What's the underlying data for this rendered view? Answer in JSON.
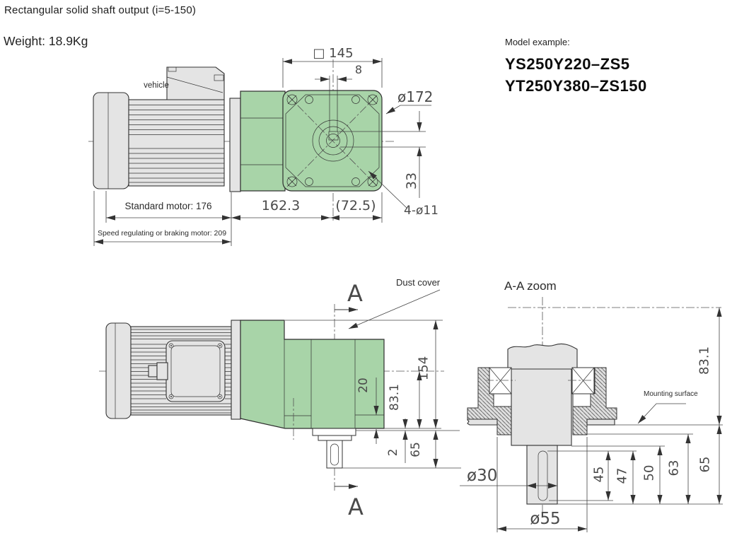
{
  "header": {
    "title": "Rectangular solid shaft output (i=5-150)",
    "weight": "Weight: 18.9Kg"
  },
  "model_example": {
    "label": "Model example:",
    "model_1": "YS250Y220–ZS5",
    "model_2": "YT250Y380–ZS150"
  },
  "top_view": {
    "vehicle_label": "vehicle",
    "dim_square": "□ 145",
    "dim_key_width": "8",
    "dim_flange_dia": "ø172",
    "dim_offset_33": "33",
    "dim_holes": "4-ø11",
    "dim_gearbox_length": "162.3",
    "dim_output_length": "(72.5)",
    "dim_standard_motor": "Standard motor: 176",
    "dim_speed_motor": "Speed regulating or braking motor: 209"
  },
  "side_view": {
    "dust_cover_label": "Dust cover",
    "section_mark_top": "A",
    "section_mark_bottom": "A",
    "dim_total_height": "154",
    "dim_center_height": "83.1",
    "dim_step_20": "20",
    "dim_step_2": "2",
    "dim_shaft_65": "65"
  },
  "section_view": {
    "title": "A-A zoom",
    "mounting_surface_label": "Mounting surface",
    "dim_center_height": "83.1",
    "dim_shaft_dia": "ø30",
    "dim_boss_dia": "ø55",
    "dim_key_45": "45",
    "dim_key_47": "47",
    "dim_50": "50",
    "dim_63": "63",
    "dim_65": "65"
  },
  "colors": {
    "gearbox_green": "#a8d4a8",
    "metal_gray": "#e4e4e4",
    "line": "#333333"
  }
}
